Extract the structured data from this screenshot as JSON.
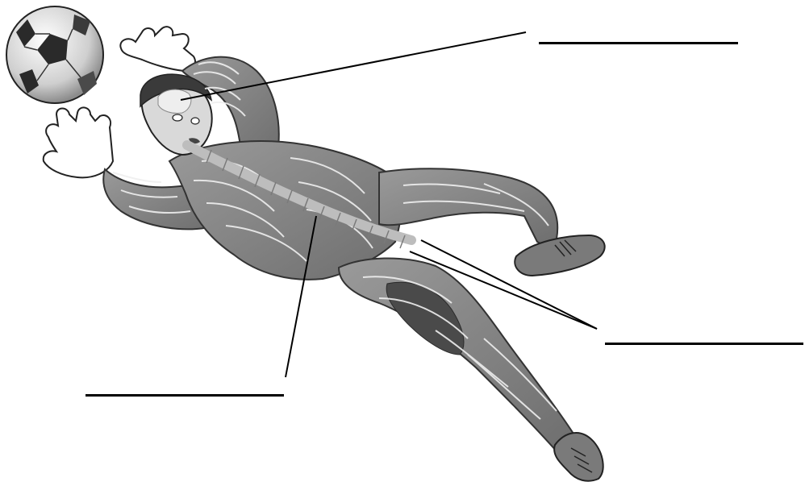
{
  "diagram": {
    "labels": [
      {
        "id": "brain",
        "text": ""
      },
      {
        "id": "spinal-cord",
        "text": ""
      },
      {
        "id": "nerves",
        "text": ""
      }
    ]
  },
  "colors": {
    "ink": "#000000",
    "suit": "#8a8a8a",
    "suit_dark": "#5c5c5c",
    "nerve": "#ededed",
    "skin": "#d9d9d9",
    "glove": "#ffffff",
    "ball_dark": "#2a2a2a"
  }
}
